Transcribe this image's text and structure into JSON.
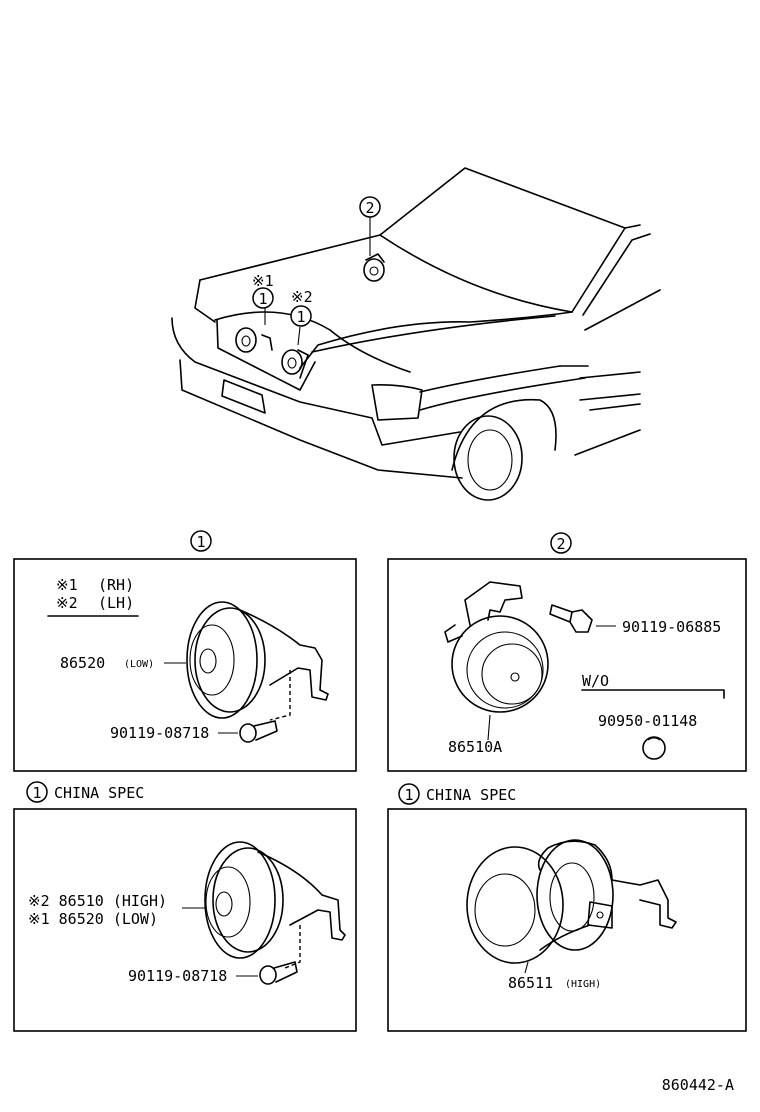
{
  "overview": {
    "callout_2": "2",
    "note_1": "※1",
    "callout_1a": "1",
    "note_2": "※2",
    "callout_1b": "1"
  },
  "panel_a": {
    "header_num": "1",
    "legend_rh_mark": "※1",
    "legend_rh": "(RH)",
    "legend_lh_mark": "※2",
    "legend_lh": "(LH)",
    "horn_part": "86520",
    "horn_variant": "(LOW)",
    "bolt_part": "90119-08718"
  },
  "panel_b": {
    "header_num": "2",
    "bolt_part": "90119-06885",
    "wo_label": "W/O",
    "cap_part": "90950-01148",
    "horn_part": "86510A"
  },
  "panel_c": {
    "header_num": "1",
    "header_text": "CHINA SPEC",
    "line1": "※2 86510 (HIGH)",
    "line2": "※1 86520 (LOW)",
    "bolt_part": "90119-08718"
  },
  "panel_d": {
    "header_num": "1",
    "header_text": "CHINA SPEC",
    "horn_part": "86511",
    "horn_variant": "(HIGH)"
  },
  "diagram_id": "860442-A"
}
